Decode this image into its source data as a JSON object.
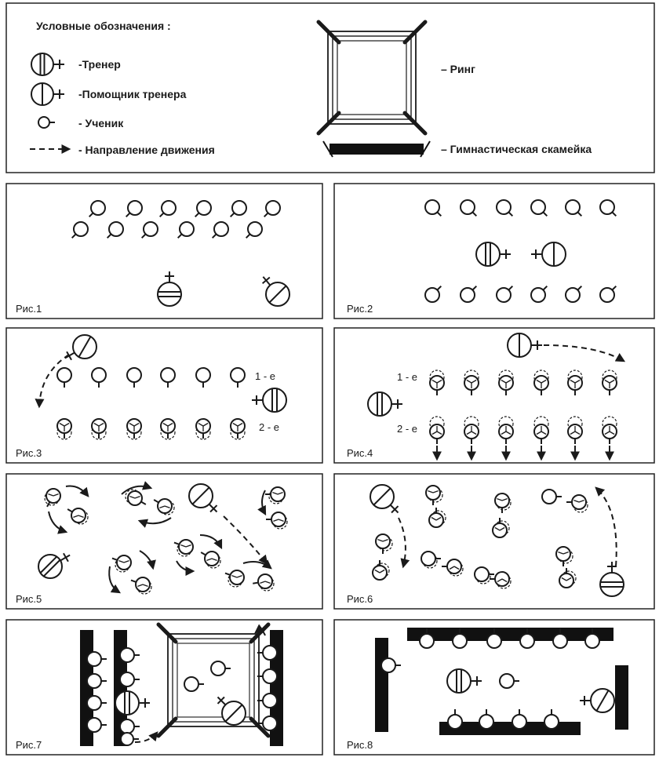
{
  "legend": {
    "title": "Условные обозначения :",
    "trainer": "-Тренер",
    "assistant": "-Помощник тренера",
    "student": "- Ученик",
    "direction": "- Направление движения",
    "ring": "– Ринг",
    "bench": "– Гимнастическая скамейка"
  },
  "figures": [
    {
      "label": "Рис.1"
    },
    {
      "label": "Рис.2"
    },
    {
      "label": "Рис.3",
      "row1": "1 - е",
      "row2": "2 - е"
    },
    {
      "label": "Рис.4",
      "row1": "1 - е",
      "row2": "2 - е"
    },
    {
      "label": "Рис.5"
    },
    {
      "label": "Рис.6"
    },
    {
      "label": "Рис.7"
    },
    {
      "label": "Рис.8"
    }
  ],
  "icons": [
    "trainer-symbol-icon",
    "assistant-symbol-icon",
    "student-symbol-icon",
    "direction-arrow-icon",
    "ring-icon",
    "bench-icon"
  ],
  "colors": {
    "ink": "#1a1a1a",
    "background": "#ffffff"
  }
}
